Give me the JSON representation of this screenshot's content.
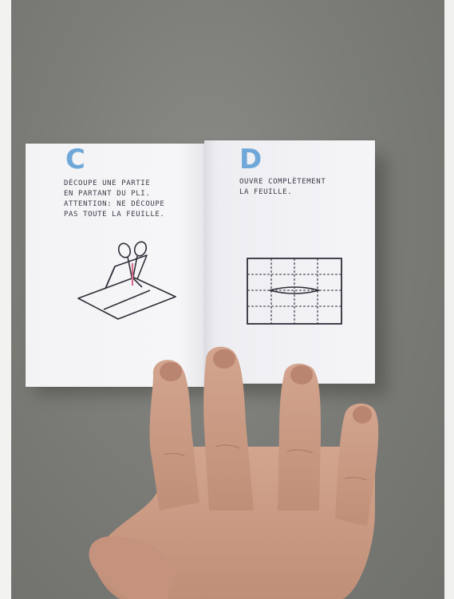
{
  "page_c": {
    "letter": "C",
    "lines": [
      "DÉCOUPE UNE PARTIE",
      "EN PARTANT DU PLI.",
      "ATTENTION: NE DÉCOUPE",
      "PAS TOUTE LA FEUILLE."
    ]
  },
  "page_d": {
    "letter": "D",
    "lines": [
      "OUVRE COMPLÈTEMENT",
      "LA FEUILLE."
    ]
  },
  "icons": {
    "left_illustration": "scissors-cut-fold-illustration",
    "right_illustration": "unfolded-sheet-diagram"
  },
  "colors": {
    "table": "#7c7d78",
    "paper": "#f4f4f6",
    "letter": "#6fa8d8",
    "ink": "#3a3a48",
    "skin": "#c99a84"
  }
}
